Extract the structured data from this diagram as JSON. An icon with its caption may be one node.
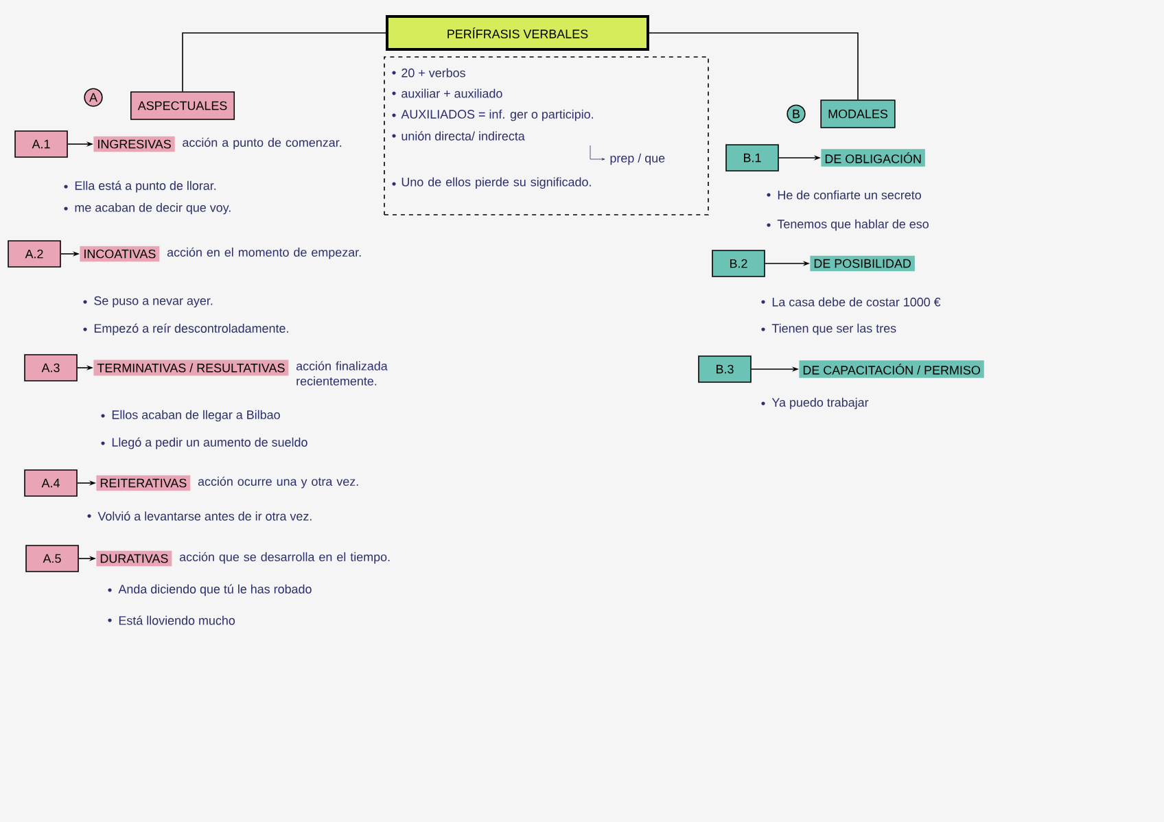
{
  "diagram": {
    "nodes": [
      {
        "text": [
          "PERÍFRASIS VERBALES"
        ]
      },
      {
        "text": [
          "20 + verbos",
          "auxiliar + auxiliado",
          "AUXILIADOS = inf. ger o participio.",
          "unión directa/ indirecta",
          "prep / que",
          "Uno de ellos pierde su significado."
        ]
      },
      {
        "text": [
          "A"
        ]
      },
      {
        "text": [
          "ASPECTUALES"
        ]
      },
      {
        "text": [
          "B"
        ]
      },
      {
        "text": [
          "MODALES"
        ]
      },
      {
        "text": [
          "A.1"
        ]
      },
      {
        "text": [
          "INGRESIVAS"
        ],
        "beside": [
          "acción a punto de comenzar."
        ]
      },
      {
        "text": [
          "A.2"
        ]
      },
      {
        "text": [
          "INCOATIVAS"
        ],
        "beside": [
          "acción en el momento de empezar."
        ]
      },
      {
        "text": [
          "A.3"
        ]
      },
      {
        "text": [
          "TERMINATIVAS / RESULTATIVAS"
        ],
        "beside": [
          "acción finalizada recientemente."
        ]
      },
      {
        "text": [
          "A.4"
        ]
      },
      {
        "text": [
          "REITERATIVAS"
        ],
        "beside": [
          "acción ocurre una y otra vez."
        ]
      },
      {
        "text": [
          "A.5"
        ]
      },
      {
        "text": [
          "DURATIVAS"
        ],
        "beside": [
          "acción que se desarrolla en el tiempo."
        ]
      },
      {
        "text": [
          "B.1"
        ]
      },
      {
        "text": [
          "DE OBLIGACIÓN"
        ]
      },
      {
        "text": [
          "B.2"
        ]
      },
      {
        "text": [
          "DE POSIBILIDAD"
        ]
      },
      {
        "text": [
          "B.3"
        ]
      },
      {
        "text": [
          "DE CAPACITACIÓN / PERMISO"
        ]
      }
    ],
    "edges": [
      {
        "from": 0,
        "to": 3,
        "arrow": "none"
      },
      {
        "from": 0,
        "to": 5,
        "arrow": "none"
      },
      {
        "from": 6,
        "to": 7,
        "arrow": "to"
      },
      {
        "from": 8,
        "to": 9,
        "arrow": "to"
      },
      {
        "from": 10,
        "to": 11,
        "arrow": "to"
      },
      {
        "from": 12,
        "to": 13,
        "arrow": "to"
      },
      {
        "from": 14,
        "to": 15,
        "arrow": "to"
      },
      {
        "from": 16,
        "to": 17,
        "arrow": "to"
      },
      {
        "from": 18,
        "to": 19,
        "arrow": "to"
      },
      {
        "from": 20,
        "to": 21,
        "arrow": "to"
      }
    ],
    "labels": [
      "Ella está a punto de llorar.",
      "me acaban de decir que voy.",
      "Se puso a nevar ayer.",
      "Empezó a reír descontroladamente.",
      "Ellos acaban de llegar a Bilbao",
      "Llegó a pedir un aumento de sueldo",
      "Volvió a levantarse antes de ir otra vez.",
      "Anda diciendo que tú le has robado",
      "Está lloviendo mucho",
      "He de confiarte un secreto",
      "Tenemos que hablar de eso",
      "La casa debe de costar 1000 €",
      "Tienen que ser las tres",
      "Ya puedo trabajar"
    ]
  }
}
